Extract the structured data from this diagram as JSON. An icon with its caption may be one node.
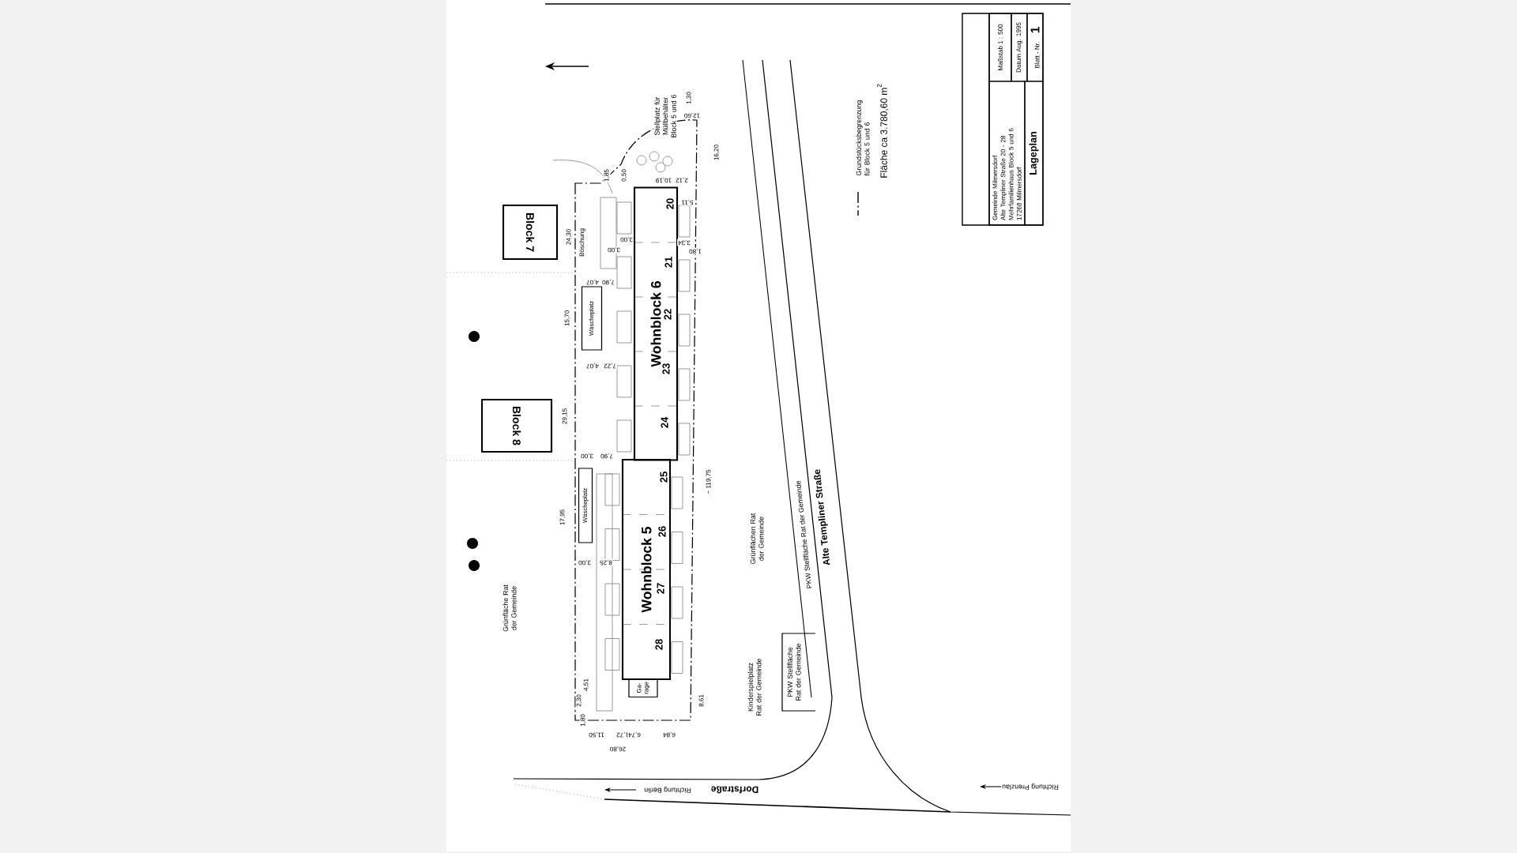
{
  "diagram": {
    "title": "Lageplan",
    "nodes": [
      {
        "text": [
          "Wohnblock 6"
        ]
      },
      {
        "text": [
          "Wohnblock 5"
        ]
      },
      {
        "text": [
          "Block 7"
        ]
      },
      {
        "text": [
          "Block 8"
        ]
      },
      {
        "text": [
          "Wäscheplatz"
        ]
      },
      {
        "text": [
          "Wäscheplatz"
        ]
      },
      {
        "text": [
          "Ga- rage"
        ]
      },
      {
        "text": [
          "PKW Stellfläche Rat der Gemeinde"
        ]
      },
      {
        "text": [
          "Gemeinde Milmersdorf",
          "Alte Templiner Straße 20 - 28",
          "Mehrfamilienhaus Block 5 und 6",
          "17268 Milmersdorf"
        ]
      },
      {
        "text": [
          "Maßstab 1 : 500"
        ]
      },
      {
        "text": [
          "Datum Aug. 1995"
        ]
      },
      {
        "text": [
          "Blatt - Nr.",
          "1"
        ]
      }
    ],
    "labels": [
      "1,30",
      "12,60",
      "Stellplatz für Müllbehälter Block 5 und 6",
      "16,20",
      "1,85",
      "0,50",
      "10,19",
      "2,12",
      "5,11",
      "24,30",
      "Böschung",
      "3,00",
      "3,34",
      "3,00",
      "1,80",
      "4,07",
      "7,90",
      "20",
      "21",
      "15,70",
      "22",
      "4,07",
      "7,22",
      "23",
      "29,15",
      "24",
      "3,00",
      "7,90",
      "25",
      "~ 119,75",
      "17,95",
      "26",
      "3,00",
      "8,25",
      "27",
      "Grünflächen Rat der Gemeinde",
      "PKW Stellfläche Rat der Gemeinde",
      "Alte Templiner Straße",
      "Grünfläche Rat der Gemeinde",
      "28",
      "4,51",
      "2,30",
      "Kinderspielplatz Rat der Gemeinde",
      "8,61",
      "1,80",
      "11,50",
      "1,72",
      "6,74",
      "6,84",
      "26,80",
      "Richtung Berlin",
      "Dorfstraße",
      "Richtung Prenzlau",
      "Fläche ca 3.780,60 m$^{2}$"
    ],
    "legend": [
      {
        "text": "Grundstücksbegrenzung für Block 5 und 6"
      }
    ]
  }
}
